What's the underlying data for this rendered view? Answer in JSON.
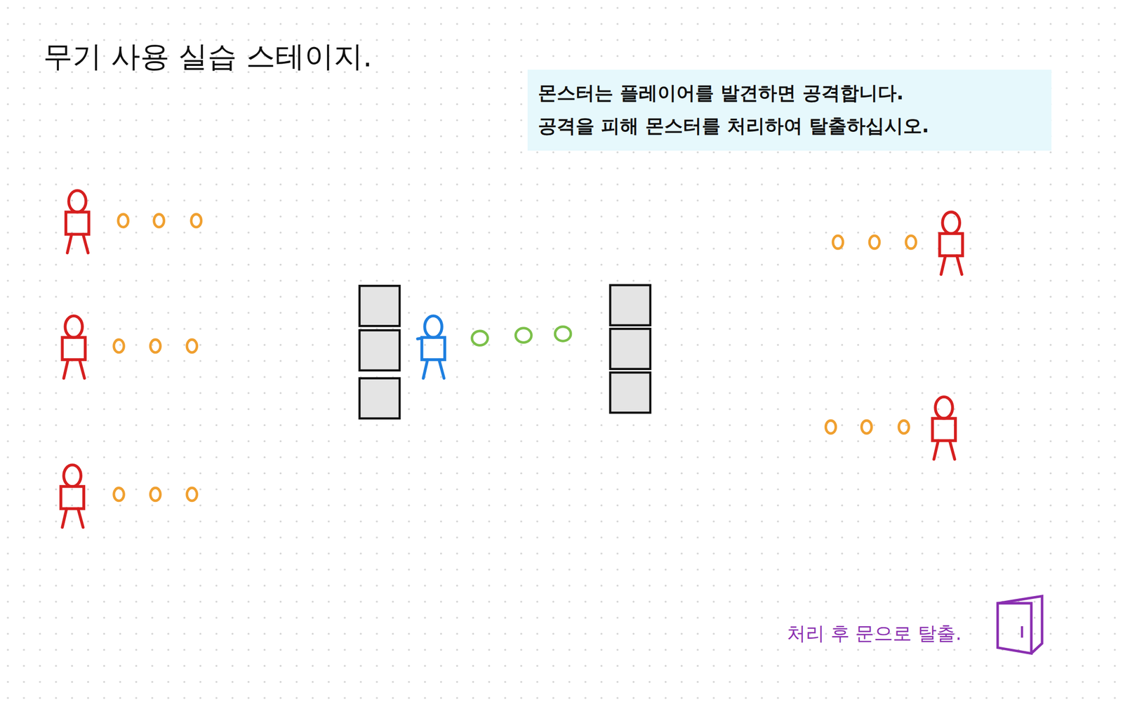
{
  "diagram": {
    "title": "무기 사용 실습 스테이지.",
    "nodes": [
      {
        "text": [
          "몬스터는 플레이어를 발견하면 공격합니다.",
          "공격을 피해 몬스터를 처리하여 탈출하십시오."
        ]
      }
    ],
    "labels": [
      "처리 후 문으로 탈출."
    ]
  }
}
